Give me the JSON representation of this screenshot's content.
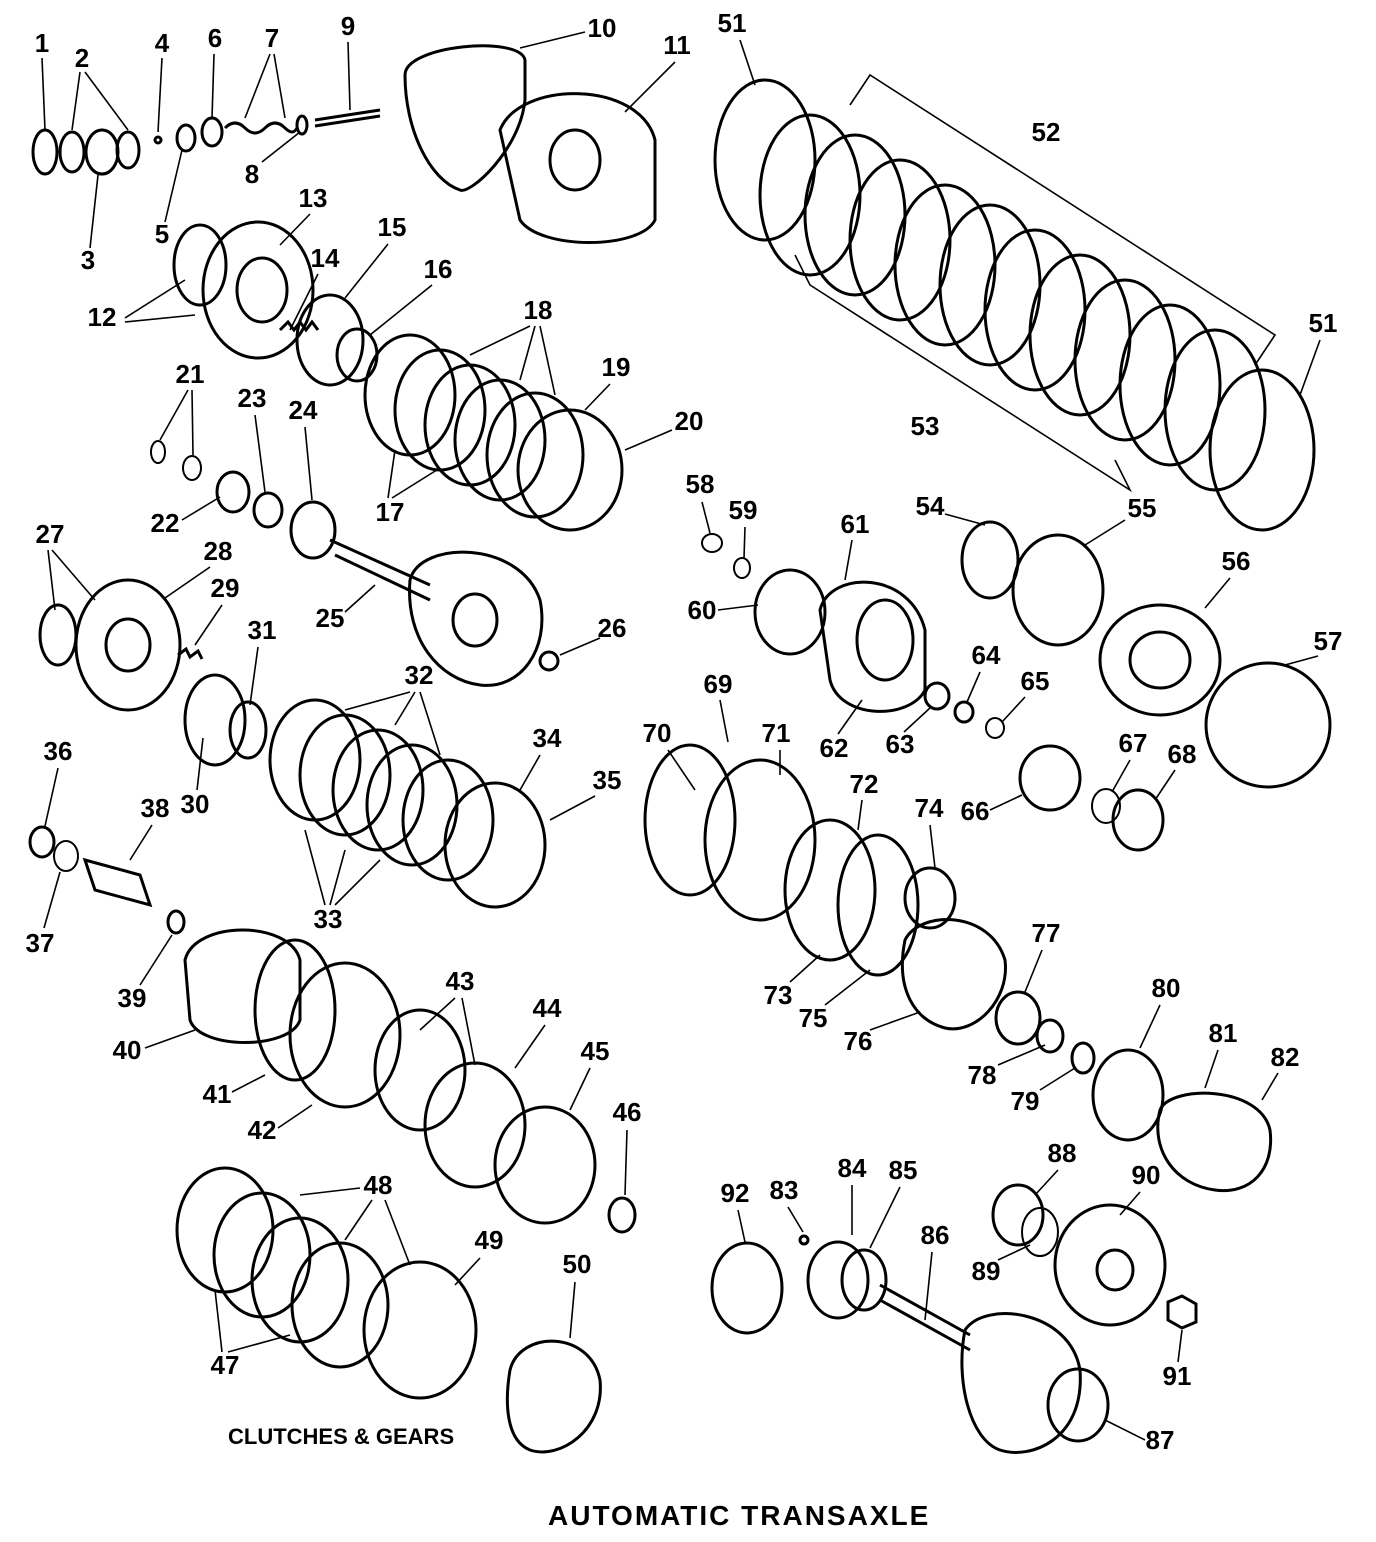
{
  "diagram": {
    "subcaption": "CLUTCHES & GEARS",
    "caption": "AUTOMATIC TRANSAXLE",
    "callouts": [
      "1",
      "2",
      "3",
      "4",
      "5",
      "6",
      "7",
      "8",
      "9",
      "10",
      "11",
      "12",
      "13",
      "14",
      "15",
      "16",
      "17",
      "18",
      "19",
      "20",
      "21",
      "22",
      "23",
      "24",
      "25",
      "26",
      "27",
      "28",
      "29",
      "30",
      "31",
      "32",
      "33",
      "34",
      "35",
      "36",
      "37",
      "38",
      "39",
      "40",
      "41",
      "42",
      "43",
      "44",
      "45",
      "46",
      "47",
      "48",
      "49",
      "50",
      "51",
      "51",
      "52",
      "53",
      "54",
      "55",
      "56",
      "57",
      "58",
      "59",
      "60",
      "61",
      "62",
      "63",
      "64",
      "65",
      "66",
      "67",
      "68",
      "69",
      "70",
      "71",
      "72",
      "73",
      "74",
      "75",
      "76",
      "77",
      "78",
      "79",
      "80",
      "81",
      "82",
      "83",
      "84",
      "85",
      "86",
      "87",
      "88",
      "89",
      "90",
      "91",
      "92"
    ]
  }
}
